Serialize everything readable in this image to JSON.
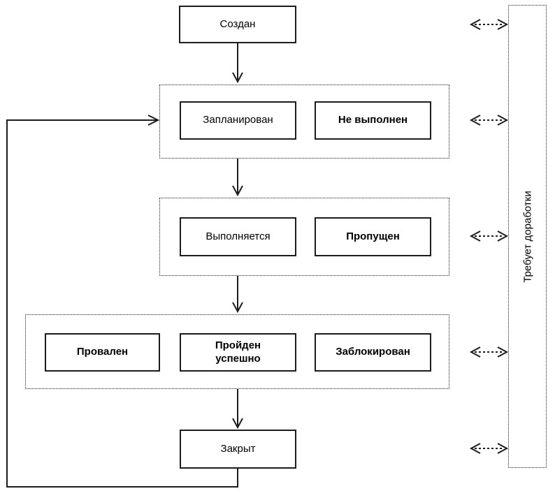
{
  "nodes": {
    "created": "Создан",
    "planned": "Запланирован",
    "not_executed": "Не выполнен",
    "executing": "Выполняется",
    "skipped": "Пропущен",
    "failed": "Провален",
    "passed": "Пройден успешно",
    "blocked": "Заблокирован",
    "closed": "Закрыт",
    "rework": "Требует доработки"
  },
  "edges": [
    {
      "from": "created",
      "to": "row1-group",
      "style": "solid-arrow"
    },
    {
      "from": "row1-group",
      "to": "row2-group",
      "style": "solid-arrow"
    },
    {
      "from": "row2-group",
      "to": "row3-group",
      "style": "solid-arrow"
    },
    {
      "from": "row3-group",
      "to": "closed",
      "style": "solid-arrow"
    },
    {
      "from": "closed",
      "to": "row1-group",
      "style": "solid-arrow-loop"
    },
    {
      "from": "created-row",
      "to": "rework",
      "style": "dashed-double-arrow"
    },
    {
      "from": "row1-group",
      "to": "rework",
      "style": "dashed-double-arrow"
    },
    {
      "from": "row2-group",
      "to": "rework",
      "style": "dashed-double-arrow"
    },
    {
      "from": "row3-group",
      "to": "rework",
      "style": "dashed-double-arrow"
    },
    {
      "from": "closed-row",
      "to": "rework",
      "style": "dashed-double-arrow"
    }
  ],
  "colors": {
    "line": "#1c1c1c",
    "background": "#ffffff",
    "text": "#000000"
  }
}
